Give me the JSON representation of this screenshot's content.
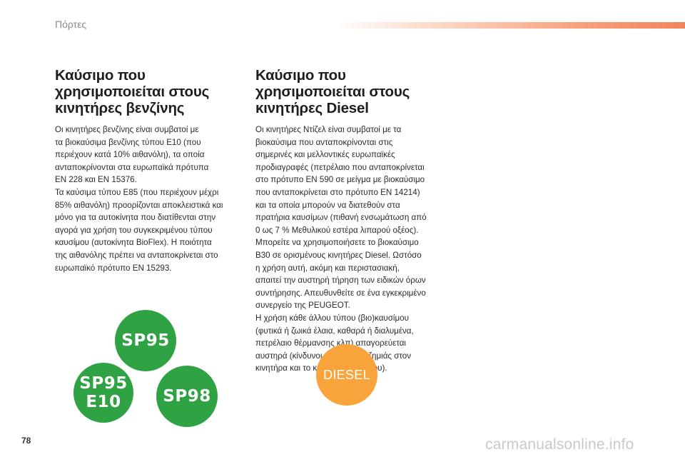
{
  "header": {
    "section_label": "Πόρτες",
    "accent_color": "#f2845c"
  },
  "left_column": {
    "title": "Καύσιμο που χρησιμοποιείται στους κινητήρες βενζίνης",
    "body": "Οι κινητήρες βενζίνης είναι συμβατοί με\nτα βιοκαύσιμα βενζίνης τύπου E10 (που\nπεριέχουν κατά 10% αιθανόλη), τα οποία\nανταποκρίνονται στα ευρωπαϊκά πρότυπα\nEN 228 και EN 15376.\nΤα καύσιμα τύπου E85 (που περιέχουν μέχρι\n85% αιθανόλη) προορίζονται αποκλειστικά και\nμόνο για τα αυτοκίνητα που διατίθενται στην\nαγορά για χρήση του συγκεκριμένου τύπου\nκαυσίμου (αυτοκίνητα BioFlex). Η ποιότητα\nτης αιθανόλης πρέπει να ανταποκρίνεται στο\nευρωπαϊκό πρότυπο EN 15293."
  },
  "right_column": {
    "title": "Καύσιμο που χρησιμοποιείται στους κινητήρες Diesel",
    "body": "Οι κινητήρες Ντίζελ είναι συμβατοί με τα\nβιοκαύσιμα που ανταποκρίνονται στις\nσημερινές και μελλοντικές ευρωπαϊκές\nπροδιαγραφές (πετρέλαιο που ανταποκρίνεται\nστο πρότυπο EN 590 σε μείγμα με βιοκαύσιμο\nπου ανταποκρίνεται στο πρότυπο EN 14214)\nκαι τα οποία μπορούν να διατεθούν στα\nπρατήρια καυσίμων (πιθανή ενσωμάτωση από\n0 ως 7 % Μεθυλικού εστέρα λιπαρού οξέος).\nΜπορείτε να χρησιμοποιήσετε το βιοκαύσιμο\nB30 σε ορισμένους κινητήρες Diesel. Ωστόσο\nη χρήση αυτή, ακόμη και περιστασιακή,\nαπαιτεί την αυστηρή τήρηση των ειδικών όρων\nσυντήρησης. Απευθυνθείτε σε ένα εγκεκριμένο\nσυνεργείο της PEUGEOT.\nΗ χρήση κάθε άλλου τύπου (βιο)καυσίμου\n(φυτικά ή ζωικά έλαια, καθαρά ή διαλυμένα,\nπετρέλαιο θέρμανσης κλπ) απαγορεύεται\nαυστηρά (κίνδυνοι πρόκλησης ζημιάς στον\nκινητήρα και το κύκλωμα καυσίμου)."
  },
  "fuel_badges": {
    "sp95": "SP95",
    "sp95_e10_line1": "SP95",
    "sp95_e10_line2": "E10",
    "sp98": "SP98",
    "diesel": "DIESEL",
    "petrol_color": "#2fa243",
    "diesel_color": "#f9a33b"
  },
  "footer": {
    "page_number": "78",
    "watermark": "carmanualsonline.info"
  }
}
